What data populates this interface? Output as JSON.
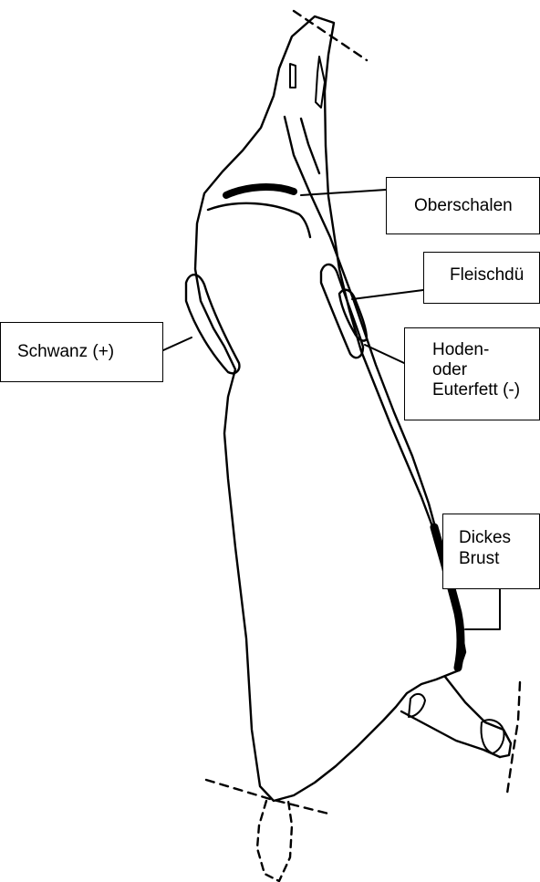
{
  "labels": {
    "oberschalen": "Oberschalen",
    "fleischdue": "Fleischdü",
    "schwanz": "Schwanz (+)",
    "hoden": [
      "Hoden-",
      "oder",
      "Euterfett (-)"
    ],
    "dickes_brust": [
      "Dickes",
      "Brust"
    ]
  },
  "colors": {
    "stroke": "#000000",
    "background": "#ffffff"
  }
}
